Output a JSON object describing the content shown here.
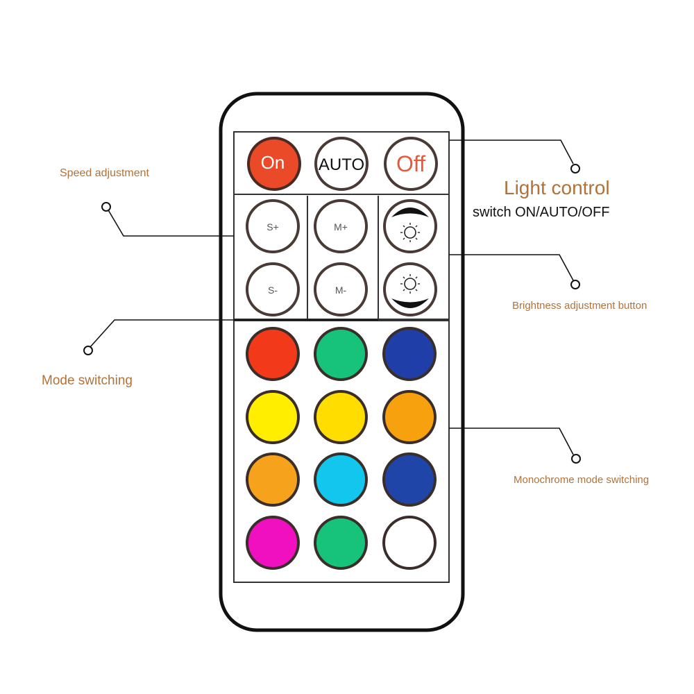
{
  "remote": {
    "power_row": {
      "on_label": "On",
      "auto_label": "AUTO",
      "off_label": "Off"
    },
    "function_keys": {
      "speed_up": "S+",
      "speed_down": "S-",
      "mode_up": "M+",
      "mode_down": "M-",
      "brightness_up_icon": "sun-up-arrow-icon",
      "brightness_down_icon": "sun-down-arrow-icon"
    },
    "color_buttons": [
      {
        "name": "red",
        "color": "#f23a1a"
      },
      {
        "name": "green",
        "color": "#17c27a"
      },
      {
        "name": "blue",
        "color": "#1f3ea8"
      },
      {
        "name": "yellow",
        "color": "#ffee00"
      },
      {
        "name": "gold",
        "color": "#ffdd00"
      },
      {
        "name": "orange",
        "color": "#f7a10f"
      },
      {
        "name": "amber",
        "color": "#f7a21d"
      },
      {
        "name": "sky-blue",
        "color": "#13c6ee"
      },
      {
        "name": "dark-blue",
        "color": "#1f45a8"
      },
      {
        "name": "magenta",
        "color": "#f010c0"
      },
      {
        "name": "green-2",
        "color": "#17c27a"
      },
      {
        "name": "white",
        "color": "#ffffff"
      }
    ],
    "accent_colors": {
      "on_button": "#ea4a27",
      "off_text": "#e8583a"
    }
  },
  "callouts": {
    "speed": "Speed adjustment",
    "mode": "Mode switching",
    "light_title": "Light control",
    "light_sub": "switch ON/AUTO/OFF",
    "brightness": "Brightness adjustment button",
    "monochrome": "Monochrome mode switching"
  },
  "colors": {
    "callout_text": "#b0723a",
    "outline": "#111111"
  }
}
